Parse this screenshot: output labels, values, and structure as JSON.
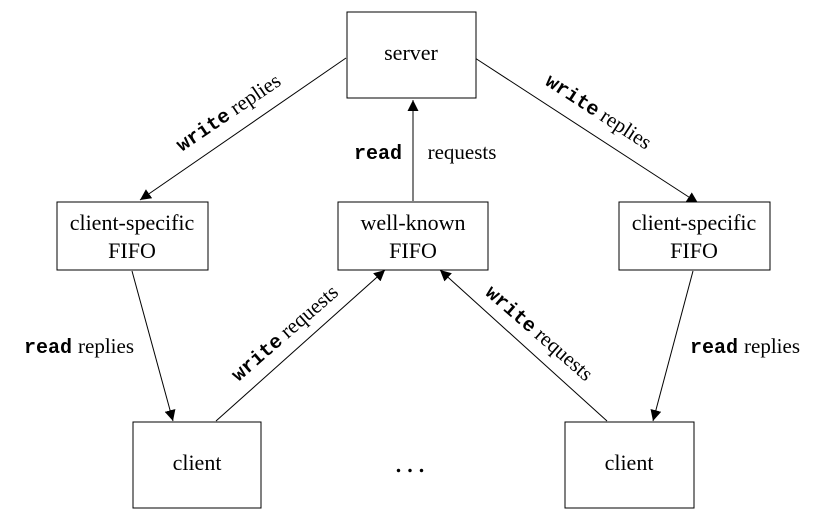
{
  "nodes": {
    "server": {
      "label": "server"
    },
    "client_fifo_left": {
      "line1": "client-specific",
      "line2": "FIFO"
    },
    "well_known_fifo": {
      "line1": "well-known",
      "line2": "FIFO"
    },
    "client_fifo_right": {
      "line1": "client-specific",
      "line2": "FIFO"
    },
    "client_left": {
      "label": "client"
    },
    "client_right": {
      "label": "client"
    },
    "ellipsis": "..."
  },
  "edges": {
    "server_to_left_fifo": {
      "op": "write",
      "text": " replies"
    },
    "server_to_right_fifo": {
      "op": "write",
      "text": " replies"
    },
    "wellknown_to_server": {
      "op": "read",
      "text": "requests"
    },
    "left_fifo_to_client": {
      "op": "read",
      "text": "replies"
    },
    "right_fifo_to_client": {
      "op": "read",
      "text": "replies"
    },
    "client_left_to_wellknown": {
      "op": "write",
      "text": " requests"
    },
    "client_right_to_wellknown": {
      "op": "write",
      "text": " requests"
    }
  }
}
